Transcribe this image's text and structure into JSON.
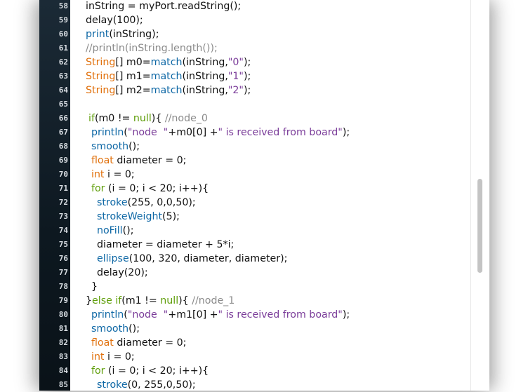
{
  "editor": {
    "lines": [
      {
        "num": "58",
        "indent": "",
        "tokens": [
          [
            "plain",
            "inString = myPort.readString();"
          ]
        ]
      },
      {
        "num": "59",
        "indent": "",
        "tokens": [
          [
            "plain",
            "delay(100);"
          ]
        ]
      },
      {
        "num": "60",
        "indent": "",
        "tokens": [
          [
            "func",
            "print"
          ],
          [
            "plain",
            "(inString);"
          ]
        ]
      },
      {
        "num": "61",
        "indent": "",
        "tokens": [
          [
            "comment",
            "//println(inString.length());"
          ]
        ]
      },
      {
        "num": "62",
        "indent": "",
        "tokens": [
          [
            "type",
            "String"
          ],
          [
            "plain",
            "[] m0="
          ],
          [
            "func",
            "match"
          ],
          [
            "plain",
            "(inString,"
          ],
          [
            "string",
            "\"0\""
          ],
          [
            "plain",
            ");"
          ]
        ]
      },
      {
        "num": "63",
        "indent": "",
        "tokens": [
          [
            "type",
            "String"
          ],
          [
            "plain",
            "[] m1="
          ],
          [
            "func",
            "match"
          ],
          [
            "plain",
            "(inString,"
          ],
          [
            "string",
            "\"1\""
          ],
          [
            "plain",
            ");"
          ]
        ]
      },
      {
        "num": "64",
        "indent": "",
        "tokens": [
          [
            "type",
            "String"
          ],
          [
            "plain",
            "[] m2="
          ],
          [
            "func",
            "match"
          ],
          [
            "plain",
            "(inString,"
          ],
          [
            "string",
            "\"2\""
          ],
          [
            "plain",
            ");"
          ]
        ]
      },
      {
        "num": "65",
        "indent": "",
        "tokens": []
      },
      {
        "num": "66",
        "indent": " ",
        "tokens": [
          [
            "keyword",
            "if"
          ],
          [
            "plain",
            "(m0 != "
          ],
          [
            "keyword",
            "null"
          ],
          [
            "plain",
            "){ "
          ],
          [
            "comment",
            "//node_0"
          ]
        ]
      },
      {
        "num": "67",
        "indent": "  ",
        "tokens": [
          [
            "func",
            "println"
          ],
          [
            "plain",
            "("
          ],
          [
            "string",
            "\"node  \""
          ],
          [
            "plain",
            "+m0[0] +"
          ],
          [
            "string",
            "\" is received from board\""
          ],
          [
            "plain",
            ");"
          ]
        ]
      },
      {
        "num": "68",
        "indent": "  ",
        "tokens": [
          [
            "func",
            "smooth"
          ],
          [
            "plain",
            "();"
          ]
        ]
      },
      {
        "num": "69",
        "indent": "  ",
        "tokens": [
          [
            "type",
            "float"
          ],
          [
            "plain",
            " diameter = 0;"
          ]
        ]
      },
      {
        "num": "70",
        "indent": "  ",
        "tokens": [
          [
            "type",
            "int"
          ],
          [
            "plain",
            " i = 0;"
          ]
        ]
      },
      {
        "num": "71",
        "indent": "  ",
        "tokens": [
          [
            "keyword",
            "for"
          ],
          [
            "plain",
            " (i = 0; i < 20; i++){"
          ]
        ]
      },
      {
        "num": "72",
        "indent": "    ",
        "tokens": [
          [
            "func",
            "stroke"
          ],
          [
            "plain",
            "(255, 0,0,50);"
          ]
        ]
      },
      {
        "num": "73",
        "indent": "    ",
        "tokens": [
          [
            "func",
            "strokeWeight"
          ],
          [
            "plain",
            "(5);"
          ]
        ]
      },
      {
        "num": "74",
        "indent": "    ",
        "tokens": [
          [
            "func",
            "noFill"
          ],
          [
            "plain",
            "();"
          ]
        ]
      },
      {
        "num": "75",
        "indent": "    ",
        "tokens": [
          [
            "plain",
            "diameter = diameter + 5*i;"
          ]
        ]
      },
      {
        "num": "76",
        "indent": "    ",
        "tokens": [
          [
            "func",
            "ellipse"
          ],
          [
            "plain",
            "(100, 320, diameter, diameter);"
          ]
        ]
      },
      {
        "num": "77",
        "indent": "    ",
        "tokens": [
          [
            "plain",
            "delay(20);"
          ]
        ]
      },
      {
        "num": "78",
        "indent": "  ",
        "tokens": [
          [
            "plain",
            "}"
          ]
        ]
      },
      {
        "num": "79",
        "indent": "",
        "tokens": [
          [
            "plain",
            "}"
          ],
          [
            "keyword",
            "else if"
          ],
          [
            "plain",
            "(m1 != "
          ],
          [
            "keyword",
            "null"
          ],
          [
            "plain",
            "){ "
          ],
          [
            "comment",
            "//node_1"
          ]
        ]
      },
      {
        "num": "80",
        "indent": "  ",
        "tokens": [
          [
            "func",
            "println"
          ],
          [
            "plain",
            "("
          ],
          [
            "string",
            "\"node  \""
          ],
          [
            "plain",
            "+m1[0] +"
          ],
          [
            "string",
            "\" is received from board\""
          ],
          [
            "plain",
            ");"
          ]
        ]
      },
      {
        "num": "81",
        "indent": "  ",
        "tokens": [
          [
            "func",
            "smooth"
          ],
          [
            "plain",
            "();"
          ]
        ]
      },
      {
        "num": "82",
        "indent": "  ",
        "tokens": [
          [
            "type",
            "float"
          ],
          [
            "plain",
            " diameter = 0;"
          ]
        ]
      },
      {
        "num": "83",
        "indent": "  ",
        "tokens": [
          [
            "type",
            "int"
          ],
          [
            "plain",
            " i = 0;"
          ]
        ]
      },
      {
        "num": "84",
        "indent": "  ",
        "tokens": [
          [
            "keyword",
            "for"
          ],
          [
            "plain",
            " (i = 0; i < 20; i++){"
          ]
        ]
      },
      {
        "num": "85",
        "indent": "    ",
        "tokens": [
          [
            "func",
            "stroke"
          ],
          [
            "plain",
            "(0, 255,0,50);"
          ]
        ]
      }
    ]
  },
  "scrollbar": {
    "position": 0.55
  }
}
